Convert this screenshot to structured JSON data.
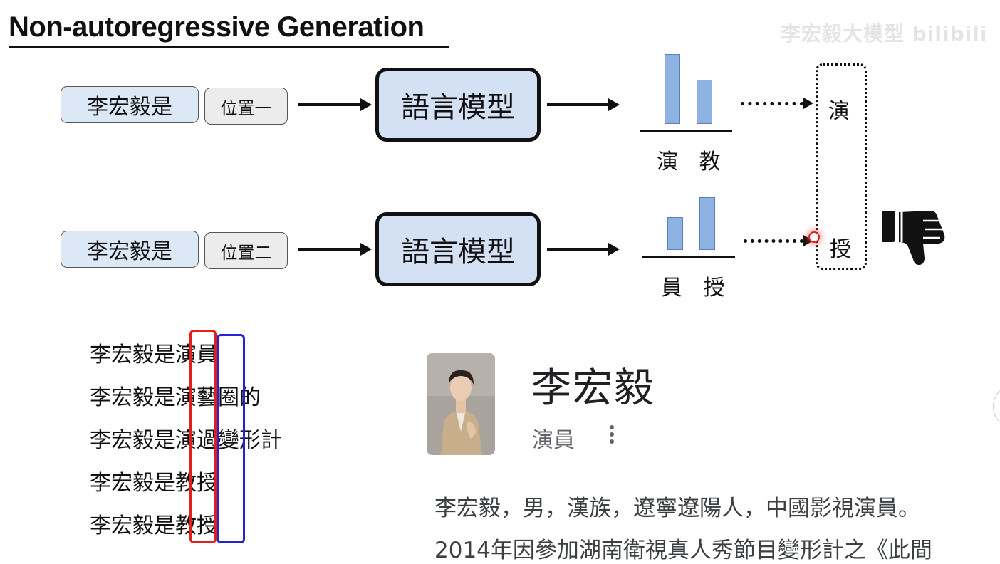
{
  "title": "Non-autoregressive Generation",
  "watermark": "李宏毅大模型 bilibili",
  "rows": [
    {
      "input_text": "李宏毅是",
      "position_label": "位置一",
      "model_label": "語言模型",
      "bar_labels": "演 教",
      "output_char": "演"
    },
    {
      "input_text": "李宏毅是",
      "position_label": "位置二",
      "model_label": "語言模型",
      "bar_labels": "員 授",
      "output_char": "授"
    }
  ],
  "thumbs_down_icon": "thumbs-down",
  "examples": [
    {
      "prefix": "李宏毅是",
      "c1": "演",
      "c2": "員",
      "rest": ""
    },
    {
      "prefix": "李宏毅是",
      "c1": "演",
      "c2": "藝",
      "rest": "圈的"
    },
    {
      "prefix": "李宏毅是",
      "c1": "演",
      "c2": "過",
      "rest": "變形計"
    },
    {
      "prefix": "李宏毅是",
      "c1": "教",
      "c2": "授",
      "rest": ""
    },
    {
      "prefix": "李宏毅是",
      "c1": "教",
      "c2": "授",
      "rest": ""
    }
  ],
  "card": {
    "name": "李宏毅",
    "subtitle": "演員",
    "desc_line1": "李宏毅，男，漢族，遼寧遼陽人，中國影視演員。",
    "desc_line2": "2014年因參加湖南衛視真人秀節目變形計之《此間"
  },
  "colors": {
    "input_fill": "#dce8f6",
    "model_fill": "#d4e0f3",
    "bar_fill": "#8eb3e3",
    "red_column": "#e0201b",
    "blue_column": "#2323d6"
  }
}
